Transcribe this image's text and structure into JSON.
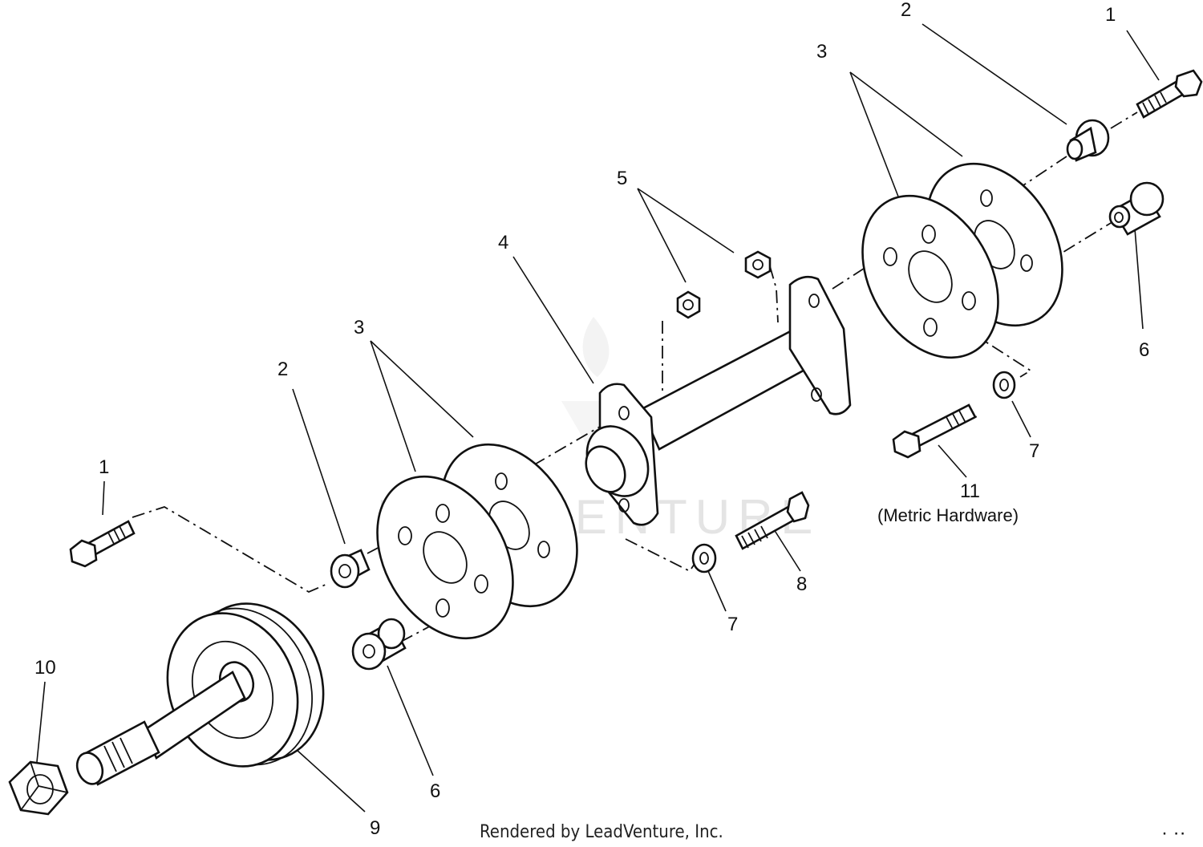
{
  "callouts": {
    "c1_top": "1",
    "c2_top": "2",
    "c3_top": "3",
    "c5": "5",
    "c4": "4",
    "c6_right": "6",
    "c3_left": "3",
    "c2_left": "2",
    "c7_right": "7",
    "c11": "11",
    "c1_left": "1",
    "c8": "8",
    "c7_mid": "7",
    "c10": "10",
    "c6_bottom": "6",
    "c9": "9"
  },
  "note": "(Metric Hardware)",
  "watermark": "LEADVENTURE",
  "footer": "Rendered by LeadVenture, Inc.",
  "corner_mark": "· ··"
}
